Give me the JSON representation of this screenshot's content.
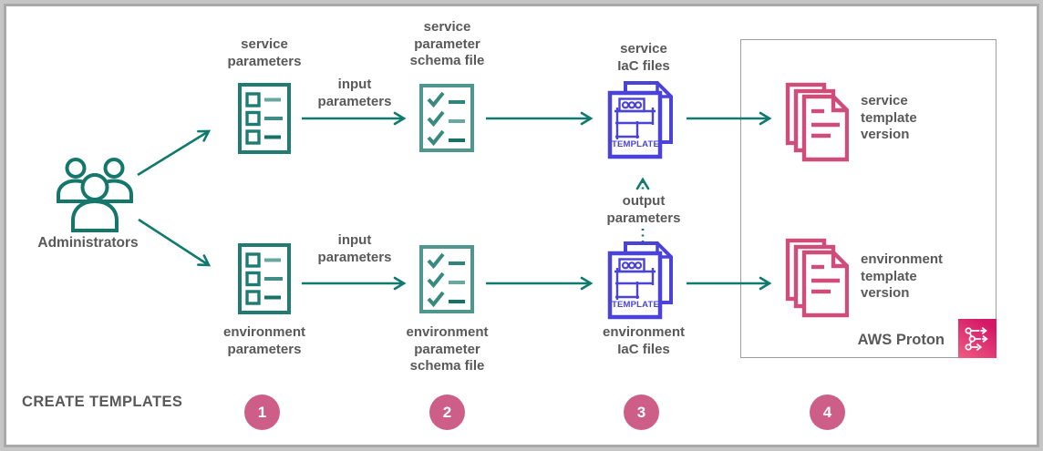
{
  "colors": {
    "teal": "#0f7a6d",
    "teal_light": "#68a89f",
    "purple": "#4a43d8",
    "pink_documents": "#cf4d79",
    "step_circle_pink": "#cd5e87",
    "label_gray": "#595959",
    "proton_badge_gradient": [
      "#ef5c84",
      "#d41766"
    ]
  },
  "admin": {
    "label": "Administrators",
    "icon": "users-icon"
  },
  "nodes": {
    "service_parameters": {
      "label": "service\nparameters",
      "icon": "list-icon"
    },
    "service_schema": {
      "label": "service\nparameter\nschema file",
      "icon": "checklist-icon"
    },
    "service_iac": {
      "label": "service\nIaC files",
      "icon": "template-file-icon",
      "badge": "TEMPLATE"
    },
    "service_template_version": {
      "label": "service\ntemplate\nversion",
      "icon": "stacked-documents-icon"
    },
    "environment_parameters": {
      "label": "environment\nparameters",
      "icon": "list-icon"
    },
    "environment_schema": {
      "label": "environment\nparameter\nschema file",
      "icon": "checklist-icon"
    },
    "environment_iac": {
      "label": "environment\nIaC files",
      "icon": "template-file-icon",
      "badge": "TEMPLATE"
    },
    "environment_template_version": {
      "label": "environment\ntemplate\nversion",
      "icon": "stacked-documents-icon"
    }
  },
  "edges": {
    "input_parameters": "input\nparameters",
    "output_parameters": "output\nparameters"
  },
  "proton": {
    "label": "AWS Proton",
    "icon": "aws-proton-icon"
  },
  "footer": {
    "title": "CREATE TEMPLATES",
    "steps": [
      "1",
      "2",
      "3",
      "4"
    ]
  }
}
